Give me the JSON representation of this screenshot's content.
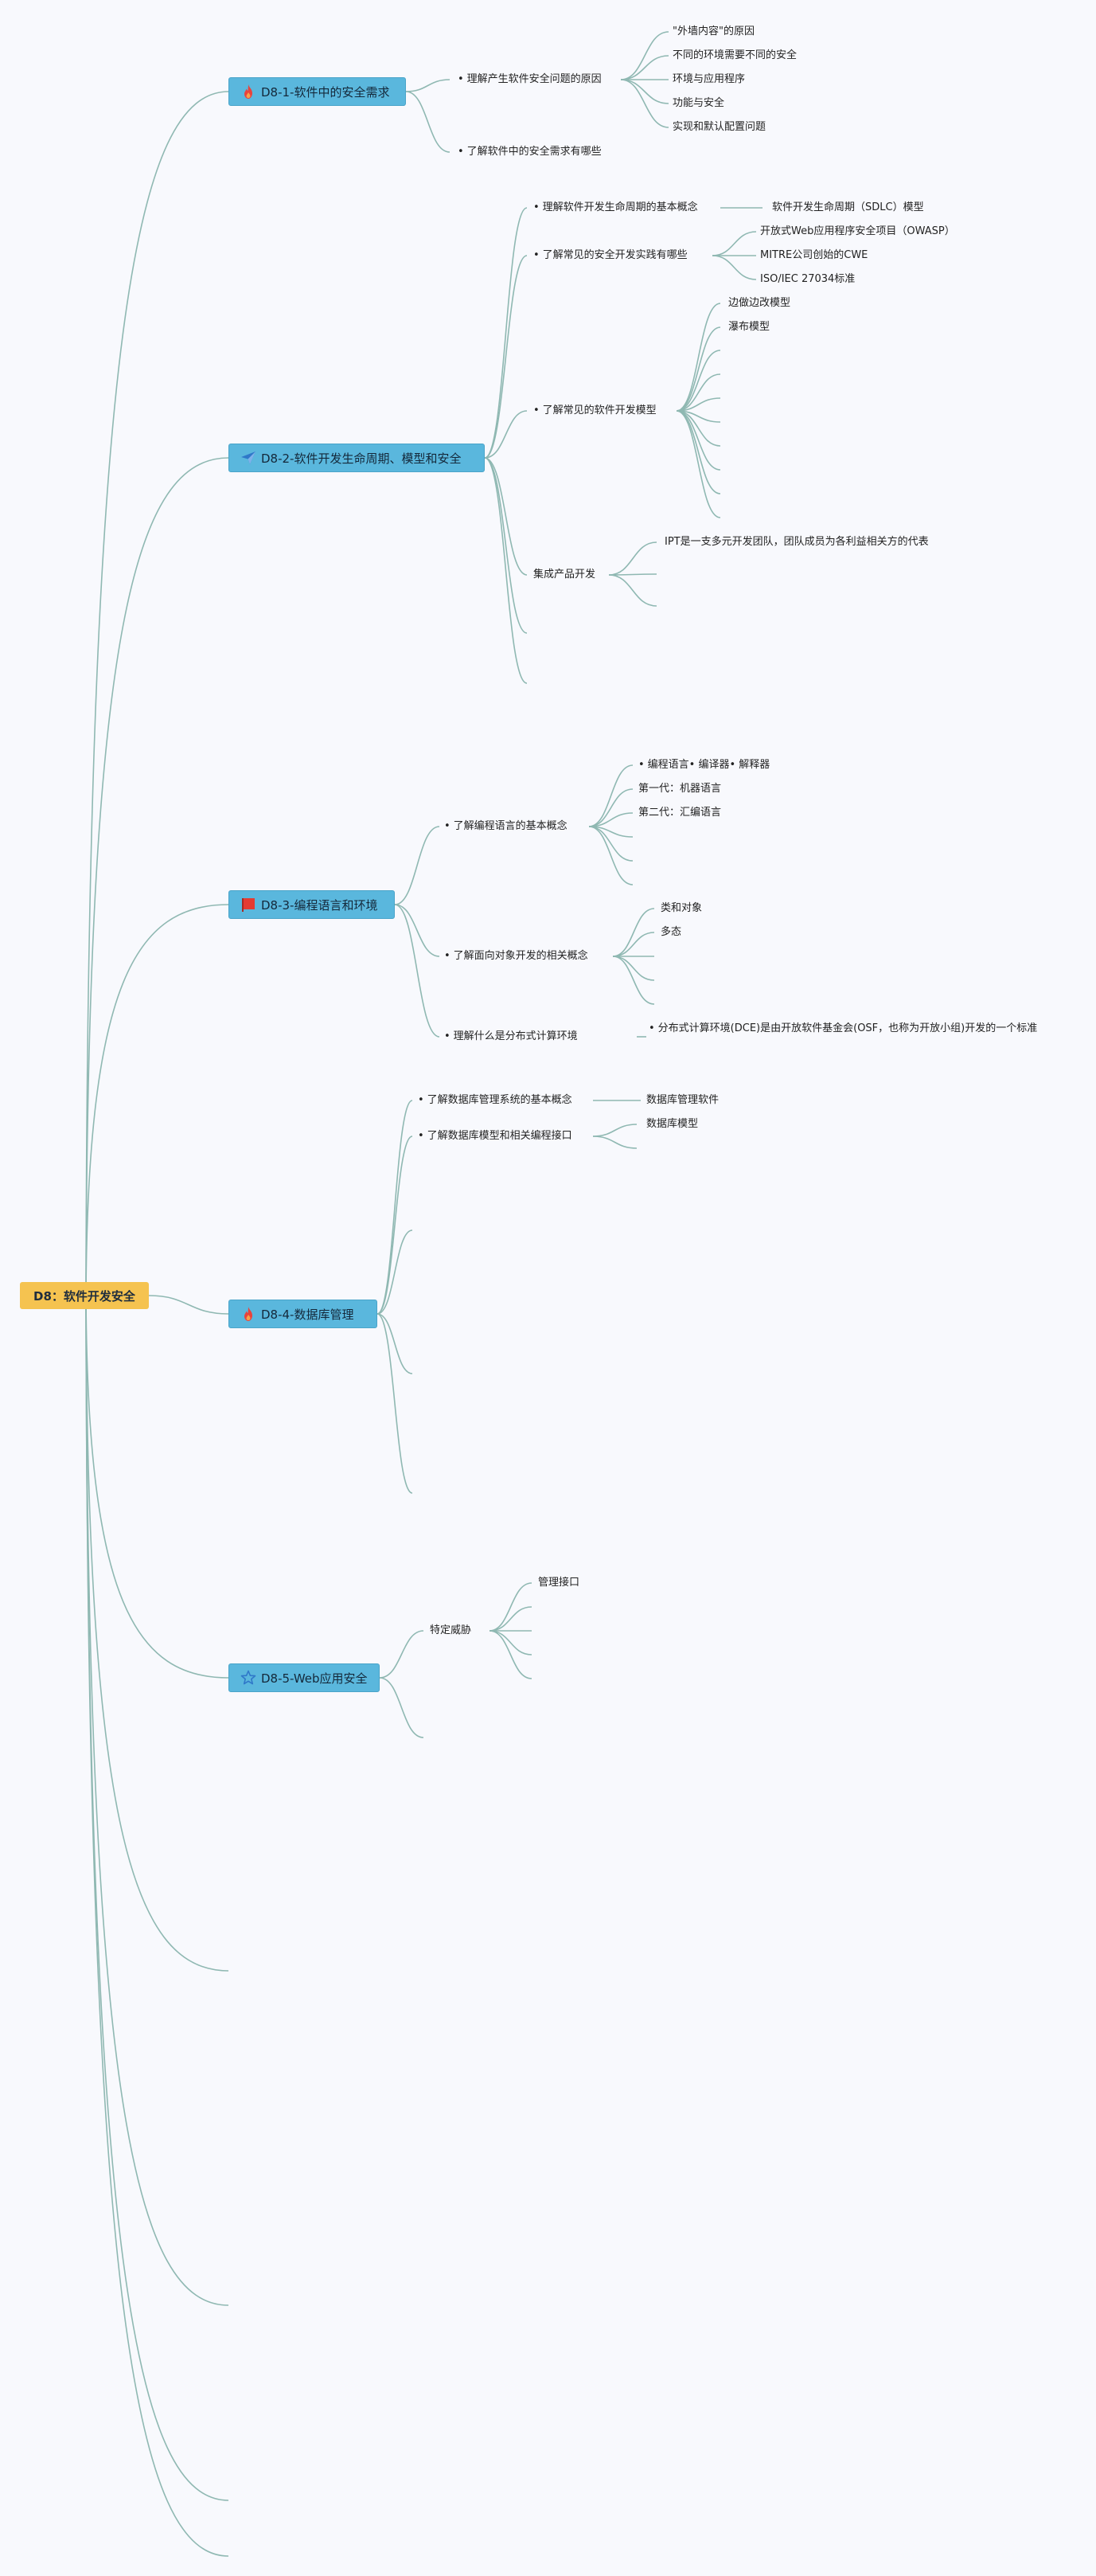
{
  "diagram": {
    "root": {
      "label": "D8：软件开发安全"
    },
    "branches": [
      {
        "label": "D8-1-软件中的安全需求",
        "icon": "fire-icon",
        "children": [
          {
            "label": "理解产生软件安全问题的原因",
            "bullet": true,
            "children": [
              "\"外墙内容\"的原因",
              "不同的环境需要不同的安全",
              "环境与应用程序",
              "功能与安全",
              "实现和默认配置问题"
            ]
          },
          {
            "label": "了解软件中的安全需求有哪些",
            "bullet": true,
            "children": []
          }
        ]
      },
      {
        "label": "D8-2-软件开发生命周期、模型和安全",
        "icon": "paper-plane-icon",
        "children": [
          {
            "label": "理解软件开发生命周期的基本概念",
            "bullet": true,
            "children": [
              "软件开发生命周期（SDLC）模型"
            ]
          },
          {
            "label": "了解常见的安全开发实践有哪些",
            "bullet": true,
            "children": [
              "开放式Web应用程序安全项目（OWASP）",
              "MITRE公司创始的CWE",
              "ISO/IEC 27034标准"
            ]
          },
          {
            "label": "了解常见的软件开发模型",
            "bullet": true,
            "children": [
              "边做边改模型",
              "瀑布模型"
            ]
          },
          {
            "label": "集成产品开发",
            "bullet": false,
            "children": [
              "IPT是一支多元开发团队，团队成员为各利益相关方的代表"
            ]
          }
        ]
      },
      {
        "label": "D8-3-编程语言和环境",
        "icon": "flag-icon",
        "children": [
          {
            "label": "了解编程语言的基本概念",
            "bullet": true,
            "children": [
              "编程语言• 编译器• 解释器",
              "第一代：机器语言",
              "第二代：汇编语言"
            ]
          },
          {
            "label": "了解面向对象开发的相关概念",
            "bullet": true,
            "children": [
              "类和对象",
              "多态"
            ]
          },
          {
            "label": "理解什么是分布式计算环境",
            "bullet": true,
            "children": [
              "分布式计算环境(DCE)是由开放软件基金会(OSF，也称为开放小组)开发的一个标准"
            ]
          }
        ]
      },
      {
        "label": "D8-4-数据库管理",
        "icon": "fire-icon",
        "children": [
          {
            "label": "了解数据库管理系统的基本概念",
            "bullet": true,
            "children": [
              "数据库管理软件"
            ]
          },
          {
            "label": "了解数据库模型和相关编程接口",
            "bullet": true,
            "children": [
              "数据库模型"
            ]
          }
        ]
      },
      {
        "label": "D8-5-Web应用安全",
        "icon": "star-icon",
        "children": [
          {
            "label": "特定威胁",
            "bullet": false,
            "children": [
              "管理接口"
            ]
          }
        ]
      }
    ]
  },
  "colors": {
    "background": "#f8f9fd",
    "root_fill": "#f5c350",
    "branch_fill": "#5ab7dd",
    "connector": "#8fb8b2",
    "fire_icon": "#e9433c",
    "plane_icon": "#2f78c9",
    "flag_icon": "#e43b32",
    "star_icon": "#2f78c9"
  }
}
